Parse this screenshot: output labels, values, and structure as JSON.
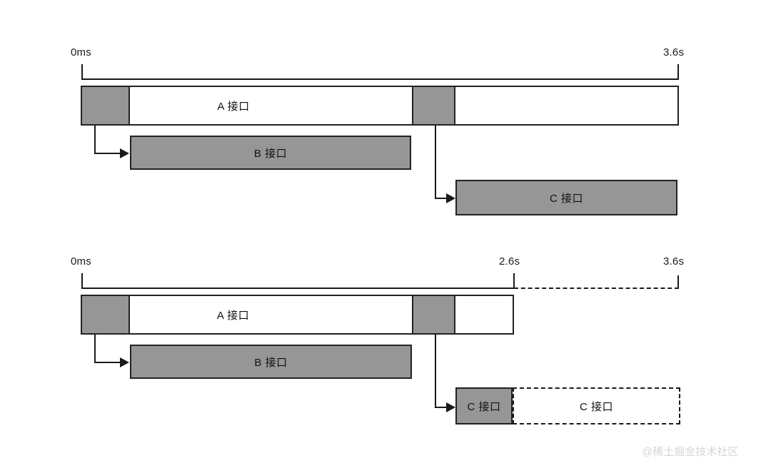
{
  "diagram": {
    "title_text": "",
    "colors": {
      "fill_gray": "#969696",
      "stroke": "#1a1a1a",
      "background": "#ffffff",
      "watermark": "#d6d6d6"
    },
    "sections": [
      {
        "id": "before-optimization",
        "axis": {
          "start_label": "0ms",
          "end_label": "3.6s",
          "mid_label": null,
          "segments": [
            {
              "style": "solid",
              "from_label": "0ms",
              "to_label": "3.6s"
            }
          ]
        },
        "bars": [
          {
            "name": "a-interface",
            "label": "A 接口",
            "style": "outline",
            "busy_segments": [
              {
                "name": "a-wait-1"
              },
              {
                "name": "a-wait-2"
              }
            ]
          },
          {
            "name": "b-interface",
            "label": "B 接口",
            "style": "filled"
          },
          {
            "name": "c-interface",
            "label": "C 接口",
            "style": "filled"
          }
        ]
      },
      {
        "id": "after-optimization",
        "axis": {
          "start_label": "0ms",
          "mid_label": "2.6s",
          "end_label": "3.6s",
          "segments": [
            {
              "style": "solid",
              "from_label": "0ms",
              "to_label": "2.6s"
            },
            {
              "style": "dashed",
              "from_label": "2.6s",
              "to_label": "3.6s"
            }
          ]
        },
        "bars": [
          {
            "name": "a-interface",
            "label": "A 接口",
            "style": "outline",
            "busy_segments": [
              {
                "name": "a-wait-1"
              },
              {
                "name": "a-wait-2"
              }
            ]
          },
          {
            "name": "b-interface",
            "label": "B 接口",
            "style": "filled"
          },
          {
            "name": "c-interface-actual",
            "label": "C 接口",
            "style": "filled"
          },
          {
            "name": "c-interface-saved",
            "label": "C 接口",
            "style": "dashed"
          }
        ]
      }
    ],
    "watermark": "@稀土掘金技术社区"
  }
}
